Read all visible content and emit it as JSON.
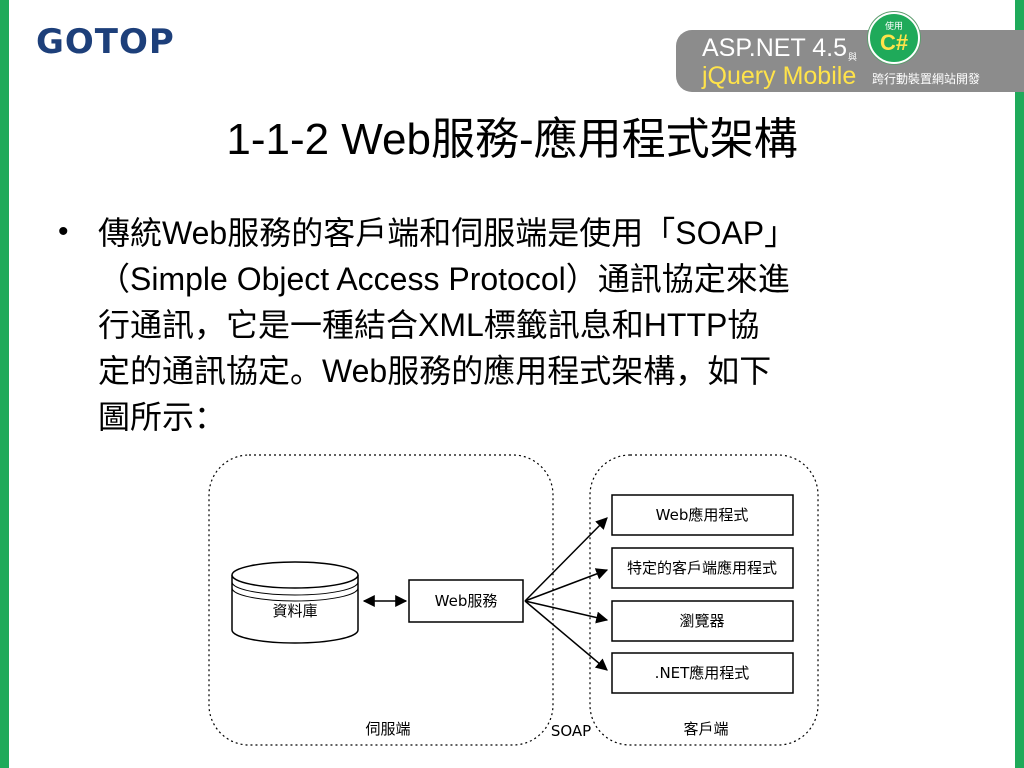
{
  "header": {
    "logo": "GOTOP",
    "banner": {
      "line1": "ASP.NET 4.5",
      "yu": "與",
      "badge_small": "使用",
      "badge_big": "C#",
      "line2": "jQuery Mobile",
      "subtitle": "跨行動裝置網站開發"
    }
  },
  "slide": {
    "title": "1-1-2 Web服務-應用程式架構",
    "bullet": "•",
    "body_lines": [
      "傳統Web服務的客戶端和伺服端是使用「SOAP」",
      "（Simple Object Access Protocol）通訊協定來進",
      "行通訊，它是一種結合XML標籤訊息和HTTP協",
      "定的通訊協定。Web服務的應用程式架構，如下",
      "圖所示："
    ]
  },
  "diagram": {
    "database": "資料庫",
    "web_service": "Web服務",
    "server_label": "伺服端",
    "protocol_label": "SOAP",
    "client_label": "客戶端",
    "clients": [
      "Web應用程式",
      "特定的客戶端應用程式",
      "瀏覽器",
      ".NET應用程式"
    ]
  },
  "colors": {
    "accent": "#1faa5a",
    "banner": "#8c8c8c",
    "logo": "#1d3f7a"
  }
}
